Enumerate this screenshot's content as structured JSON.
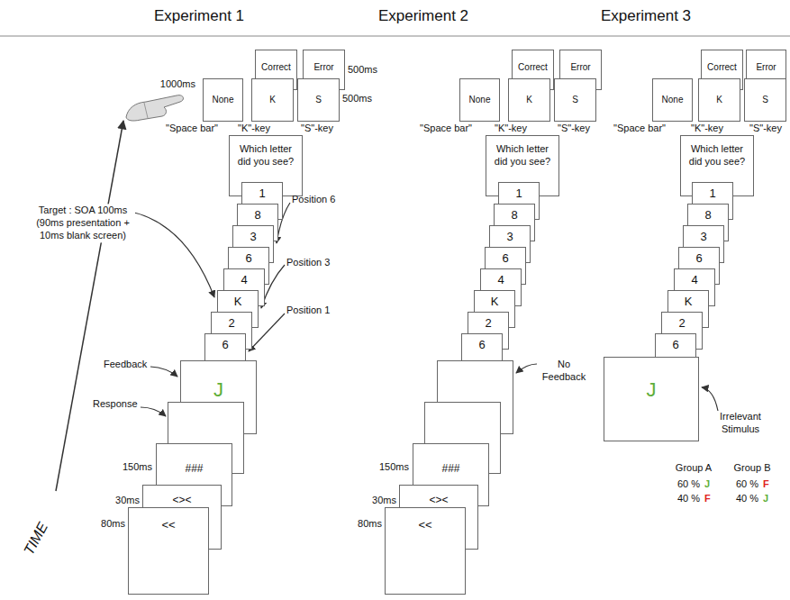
{
  "diagram": {
    "nodes": [
      {
        "text": [
          "Correct"
        ]
      },
      {
        "text": [
          "Error"
        ]
      },
      {
        "text": [
          "None"
        ]
      },
      {
        "text": [
          "K"
        ]
      },
      {
        "text": [
          "S"
        ]
      },
      {
        "text": [
          "Which letter did you see?"
        ]
      },
      {
        "text": [
          "1"
        ]
      },
      {
        "text": [
          "8"
        ]
      },
      {
        "text": [
          "3"
        ]
      },
      {
        "text": [
          "6"
        ]
      },
      {
        "text": [
          "4"
        ]
      },
      {
        "text": [
          "K"
        ]
      },
      {
        "text": [
          "2"
        ]
      },
      {
        "text": [
          "6"
        ]
      },
      {
        "text": [
          "J"
        ]
      },
      {
        "text": [
          "###"
        ]
      },
      {
        "text": [
          "<><"
        ]
      },
      {
        "text": [
          "<<"
        ]
      },
      {
        "text": [
          "Correct"
        ]
      },
      {
        "text": [
          "Error"
        ]
      },
      {
        "text": [
          "None"
        ]
      },
      {
        "text": [
          "K"
        ]
      },
      {
        "text": [
          "S"
        ]
      },
      {
        "text": [
          "Which letter did you see?"
        ]
      },
      {
        "text": [
          "1"
        ]
      },
      {
        "text": [
          "8"
        ]
      },
      {
        "text": [
          "3"
        ]
      },
      {
        "text": [
          "6"
        ]
      },
      {
        "text": [
          "4"
        ]
      },
      {
        "text": [
          "K"
        ]
      },
      {
        "text": [
          "2"
        ]
      },
      {
        "text": [
          "6"
        ]
      },
      {
        "text": [
          "###"
        ]
      },
      {
        "text": [
          "<><"
        ]
      },
      {
        "text": [
          "<<"
        ]
      },
      {
        "text": [
          "Correct"
        ]
      },
      {
        "text": [
          "Error"
        ]
      },
      {
        "text": [
          "None"
        ]
      },
      {
        "text": [
          "K"
        ]
      },
      {
        "text": [
          "S"
        ]
      },
      {
        "text": [
          "Which letter did you see?"
        ]
      },
      {
        "text": [
          "1"
        ]
      },
      {
        "text": [
          "8"
        ]
      },
      {
        "text": [
          "3"
        ]
      },
      {
        "text": [
          "6"
        ]
      },
      {
        "text": [
          "4"
        ]
      },
      {
        "text": [
          "K"
        ]
      },
      {
        "text": [
          "2"
        ]
      },
      {
        "text": [
          "6"
        ]
      },
      {
        "text": [
          "J"
        ]
      }
    ],
    "labels": [
      "Experiment 1",
      "Experiment 2",
      "Experiment 3",
      "1000ms",
      "500ms",
      "500ms",
      "\"Space bar\"",
      "\"K\"-key",
      "\"S\"-key",
      "Target : SOA 100ms (90ms presentation + 10ms blank screen)",
      "Position 6",
      "Position 3",
      "Position 1",
      "Feedback",
      "Response",
      "150ms",
      "30ms",
      "80ms",
      "TIME",
      "\"Space bar\"",
      "\"K\"-key",
      "\"S\"-key",
      "No Feedback",
      "150ms",
      "30ms",
      "80ms",
      "\"Space bar\"",
      "\"K\"-key",
      "\"S\"-key",
      "Irrelevant Stimulus",
      "Group A",
      "Group B",
      "60 %",
      "J",
      "40 %",
      "F",
      "60 %",
      "F",
      "40 %",
      "J"
    ]
  }
}
